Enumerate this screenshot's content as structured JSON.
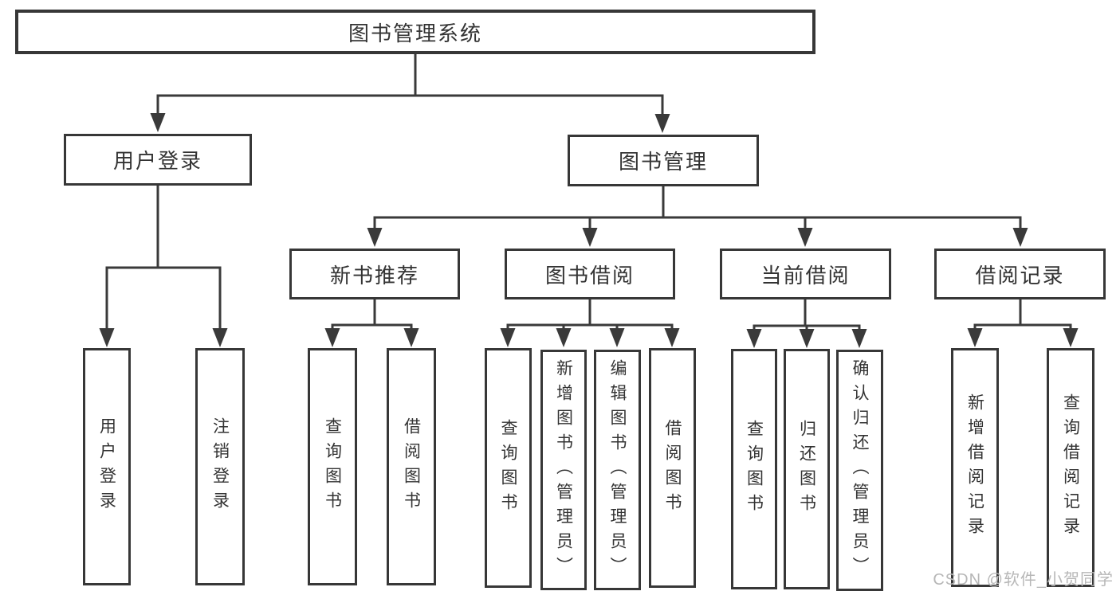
{
  "diagram_title": "图书管理系统",
  "nodes": {
    "root": {
      "label": "图书管理系统"
    },
    "user_login": {
      "label": "用户登录"
    },
    "book_mgmt": {
      "label": "图书管理"
    },
    "new_book_rec": {
      "label": "新书推荐"
    },
    "book_borrow": {
      "label": "图书借阅"
    },
    "current_borrow": {
      "label": "当前借阅"
    },
    "borrow_record": {
      "label": "借阅记录"
    },
    "leaf_user_login": {
      "label": "用户登录"
    },
    "leaf_logout": {
      "label": "注销登录"
    },
    "leaf_query_book_rec": {
      "label": "查询图书"
    },
    "leaf_borrow_book_rec": {
      "label": "借阅图书"
    },
    "leaf_query_book_borrow": {
      "label": "查询图书"
    },
    "leaf_add_book": {
      "label": "新增图书（管理员）"
    },
    "leaf_edit_book": {
      "label": "编辑图书（管理员）"
    },
    "leaf_borrow_book": {
      "label": "借阅图书"
    },
    "leaf_query_book_current": {
      "label": "查询图书"
    },
    "leaf_return_book": {
      "label": "归还图书"
    },
    "leaf_confirm_return": {
      "label": "确认归还（管理员）"
    },
    "leaf_add_borrow_record": {
      "label": "新增借阅记录"
    },
    "leaf_query_borrow_record": {
      "label": "查询借阅记录"
    }
  },
  "hierarchy": [
    {
      "parent": "图书管理系统",
      "children": [
        "用户登录",
        "图书管理"
      ]
    },
    {
      "parent": "用户登录",
      "children": [
        "用户登录",
        "注销登录"
      ]
    },
    {
      "parent": "图书管理",
      "children": [
        "新书推荐",
        "图书借阅",
        "当前借阅",
        "借阅记录"
      ]
    },
    {
      "parent": "新书推荐",
      "children": [
        "查询图书",
        "借阅图书"
      ]
    },
    {
      "parent": "图书借阅",
      "children": [
        "查询图书",
        "新增图书（管理员）",
        "编辑图书（管理员）",
        "借阅图书"
      ]
    },
    {
      "parent": "当前借阅",
      "children": [
        "查询图书",
        "归还图书",
        "确认归还（管理员）"
      ]
    },
    {
      "parent": "借阅记录",
      "children": [
        "新增借阅记录",
        "查询借阅记录"
      ]
    }
  ],
  "watermark": "CSDN @软件_小贺同学",
  "colors": {
    "line": "#3a3a3a",
    "box_border": "#373737",
    "box_background": "#ffffff",
    "text": "#333333",
    "watermark": "#b7b7b7",
    "background": "#ffffff"
  }
}
